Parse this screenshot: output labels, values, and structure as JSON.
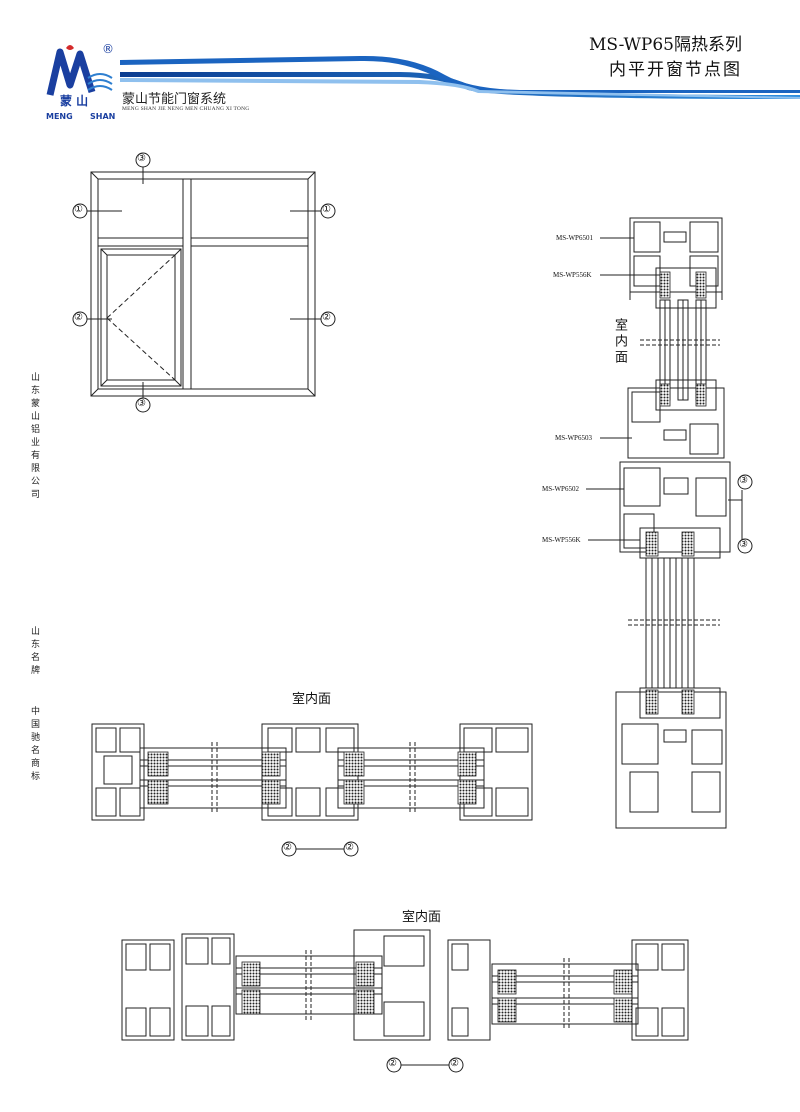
{
  "header": {
    "logo_letters": "M",
    "logo_registered": "®",
    "logo_cn": "蒙 山",
    "logo_en_left": "MENG",
    "logo_en_right": "SHAN",
    "company_cn": "蒙山节能门窗系统",
    "company_en": "MENG SHAN JIE NENG MEN CHUANG XI TONG",
    "title_line1": "MS-WP65隔热系列",
    "title_line2": "内平开窗节点图",
    "brand_color": "#1a3fa0",
    "swoosh_color": "#2e7fd0"
  },
  "sidebar": {
    "company_vertical": "山东蒙山铝业有限公司",
    "award_line1": "山东名牌",
    "award_line2": "中国驰名商标"
  },
  "elevation": {
    "callouts": [
      "③",
      "①",
      "①",
      "②",
      "②",
      "③"
    ]
  },
  "section_vertical": {
    "profiles": [
      "MS-WP6501",
      "MS-WP556K",
      "MS-WP6503",
      "MS-WP6502",
      "MS-WP556K"
    ],
    "room_label": "室内面",
    "callouts": [
      "③",
      "③"
    ]
  },
  "section_horizontal_1": {
    "room_label": "室内面",
    "callouts": [
      "②",
      "②"
    ]
  },
  "section_horizontal_2": {
    "room_label": "室内面",
    "callouts": [
      "②",
      "②"
    ]
  }
}
